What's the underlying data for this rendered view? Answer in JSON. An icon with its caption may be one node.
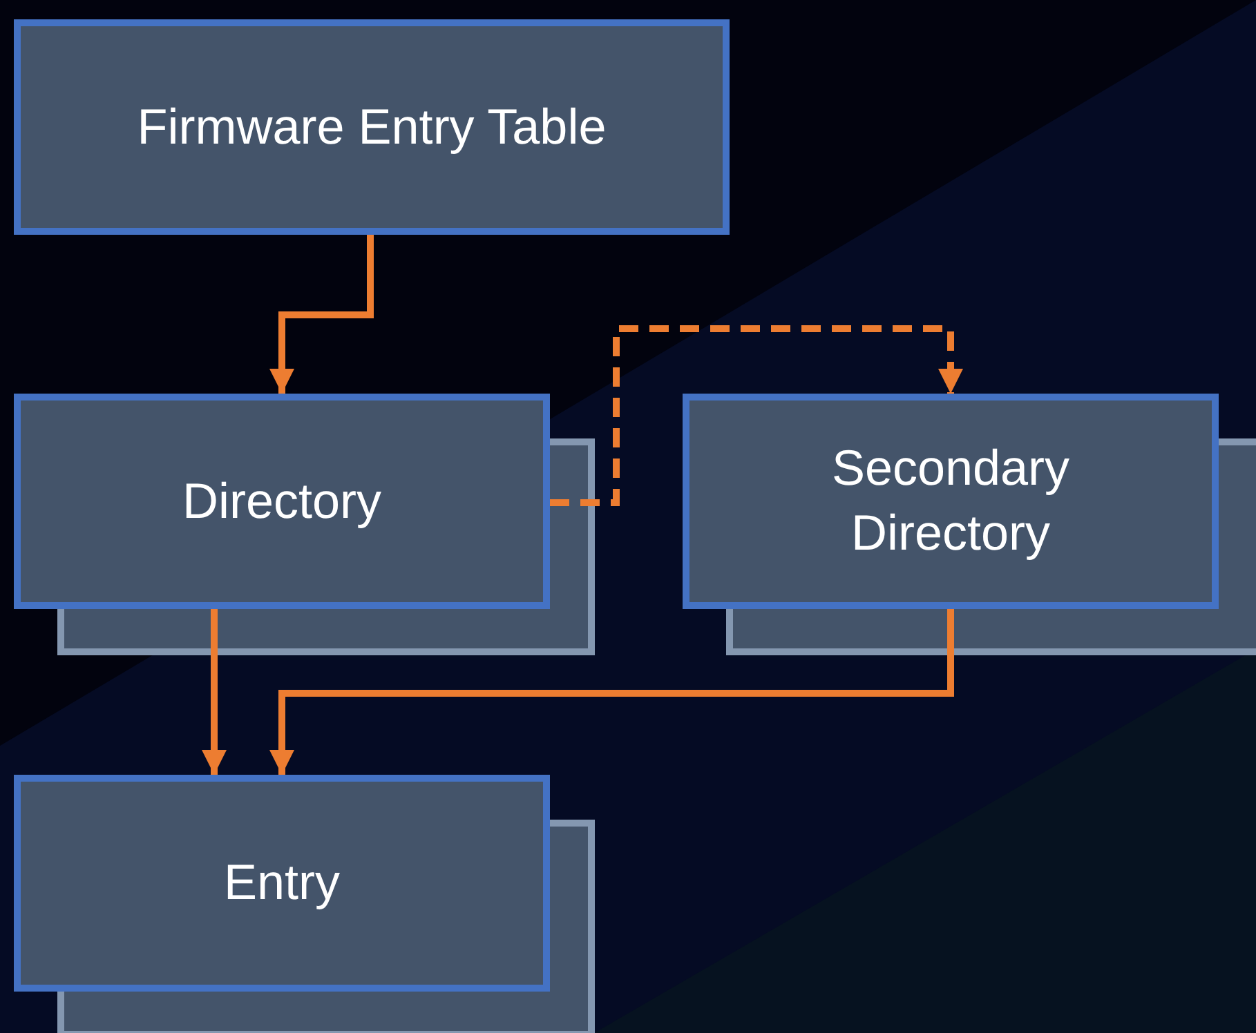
{
  "diagram": {
    "nodes": [
      {
        "text": [
          "Firmware Entry Table"
        ]
      },
      {
        "text": [
          "Directory"
        ]
      },
      {
        "text": [
          "Secondary Directory"
        ]
      },
      {
        "text": [
          "Entry"
        ]
      }
    ],
    "edges": [
      {
        "from": 0,
        "to": 1,
        "arrow": "to"
      },
      {
        "from": 1,
        "to": 2,
        "arrow": "to",
        "style": "dashed"
      },
      {
        "from": 1,
        "to": 3,
        "arrow": "to"
      },
      {
        "from": 2,
        "to": 3,
        "arrow": "to"
      }
    ]
  }
}
